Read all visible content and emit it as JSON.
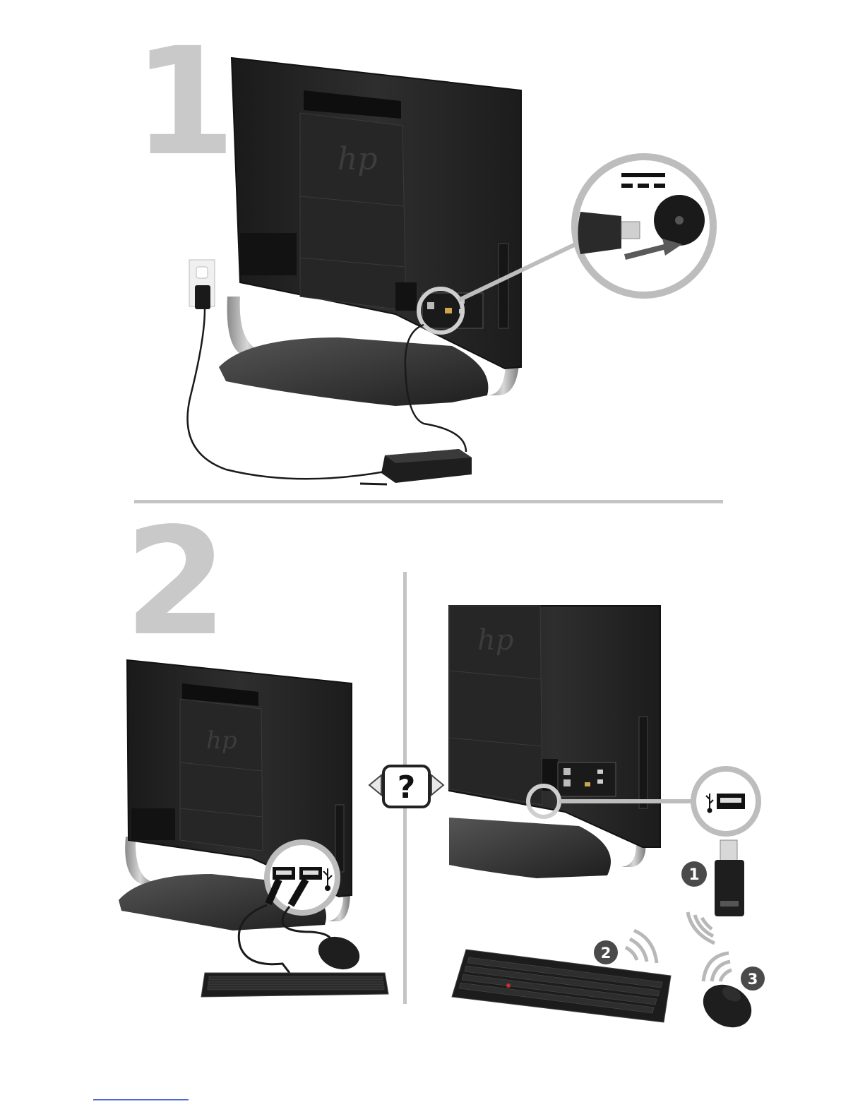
{
  "steps": [
    {
      "number": "1"
    },
    {
      "number": "2"
    }
  ],
  "help_symbol": "?",
  "callouts": [
    "1",
    "2",
    "3"
  ],
  "brand_mark": "hp",
  "icons": {
    "dc_power": "dc-power-symbol-icon",
    "usb": "usb-icon",
    "help": "question-mark-icon",
    "wireless": "wireless-signal-icon"
  },
  "colors": {
    "step_number": "#c9c9c9",
    "divider": "#c4c4c4",
    "device_dark": "#232323",
    "callout_badge": "#4a4a4a",
    "wireless_waves": "#b8b8b8"
  }
}
